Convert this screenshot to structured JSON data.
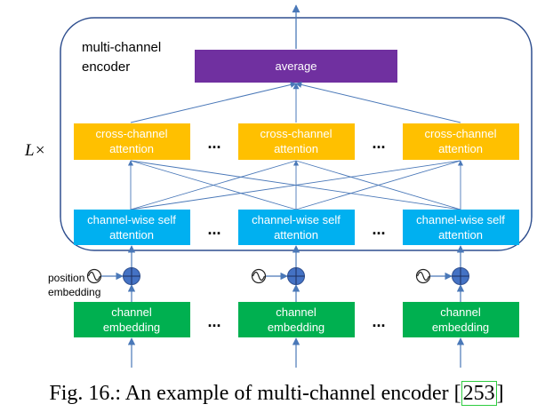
{
  "encoder_label_line1": "multi-channel",
  "encoder_label_line2": "encoder",
  "average_label": "average",
  "repeat_label": "L×",
  "cross_attention": [
    "cross-channel",
    "attention"
  ],
  "self_attention": [
    "channel-wise self",
    "attention"
  ],
  "channel_embedding": [
    "channel",
    "embedding"
  ],
  "ellipsis": "...",
  "position_embedding": [
    "position",
    "embedding"
  ],
  "caption": {
    "text": "Fig. 16.: An example of multi-channel encoder [",
    "cite": "253",
    "end": "]"
  },
  "colors": {
    "average": "#7030a0",
    "cross": "#ffc000",
    "self": "#00b0f0",
    "embedding": "#00b050",
    "arrow": "#4a78b8",
    "plus": "#4472c4",
    "encoder_border": "#2f4f8f"
  }
}
